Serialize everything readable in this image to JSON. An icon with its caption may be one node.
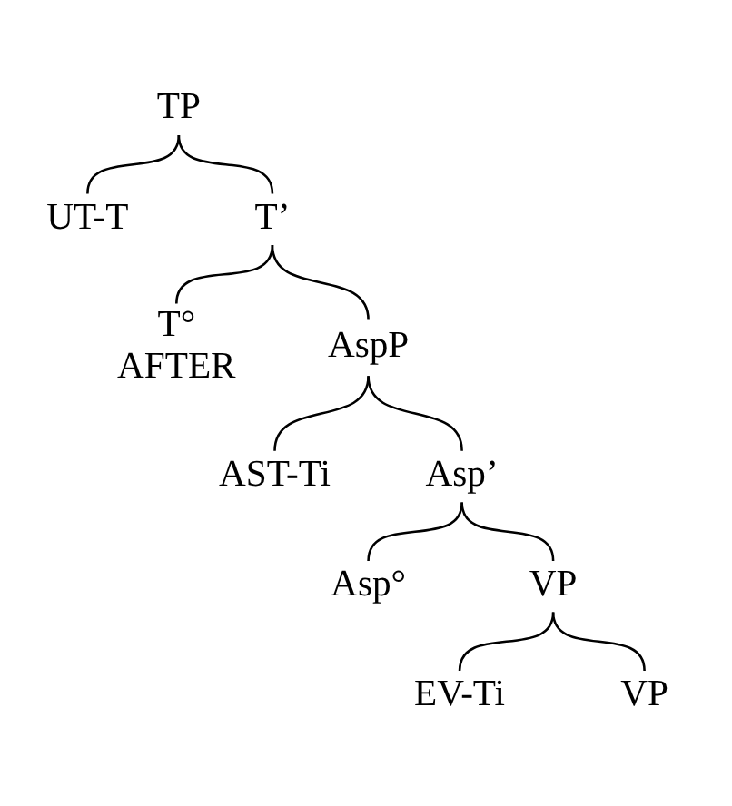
{
  "diagram": {
    "nodes": [
      {
        "text": [
          "TP"
        ]
      },
      {
        "text": [
          "UT-T"
        ]
      },
      {
        "text": [
          "T’"
        ]
      },
      {
        "text": [
          "T°",
          "AFTER"
        ]
      },
      {
        "text": [
          "AspP"
        ]
      },
      {
        "text": [
          "AST-Ti"
        ]
      },
      {
        "text": [
          "Asp’"
        ]
      },
      {
        "text": [
          "Asp°"
        ]
      },
      {
        "text": [
          "VP"
        ]
      },
      {
        "text": [
          "EV-Ti"
        ]
      },
      {
        "text": [
          "VP"
        ]
      }
    ],
    "edges": [
      {
        "from": 0,
        "to": 1,
        "arrow": "none"
      },
      {
        "from": 0,
        "to": 2,
        "arrow": "none"
      },
      {
        "from": 2,
        "to": 3,
        "arrow": "none"
      },
      {
        "from": 2,
        "to": 4,
        "arrow": "none"
      },
      {
        "from": 4,
        "to": 5,
        "arrow": "none"
      },
      {
        "from": 4,
        "to": 6,
        "arrow": "none"
      },
      {
        "from": 6,
        "to": 7,
        "arrow": "none"
      },
      {
        "from": 6,
        "to": 8,
        "arrow": "none"
      },
      {
        "from": 8,
        "to": 9,
        "arrow": "none"
      },
      {
        "from": 8,
        "to": 10,
        "arrow": "none"
      }
    ]
  }
}
